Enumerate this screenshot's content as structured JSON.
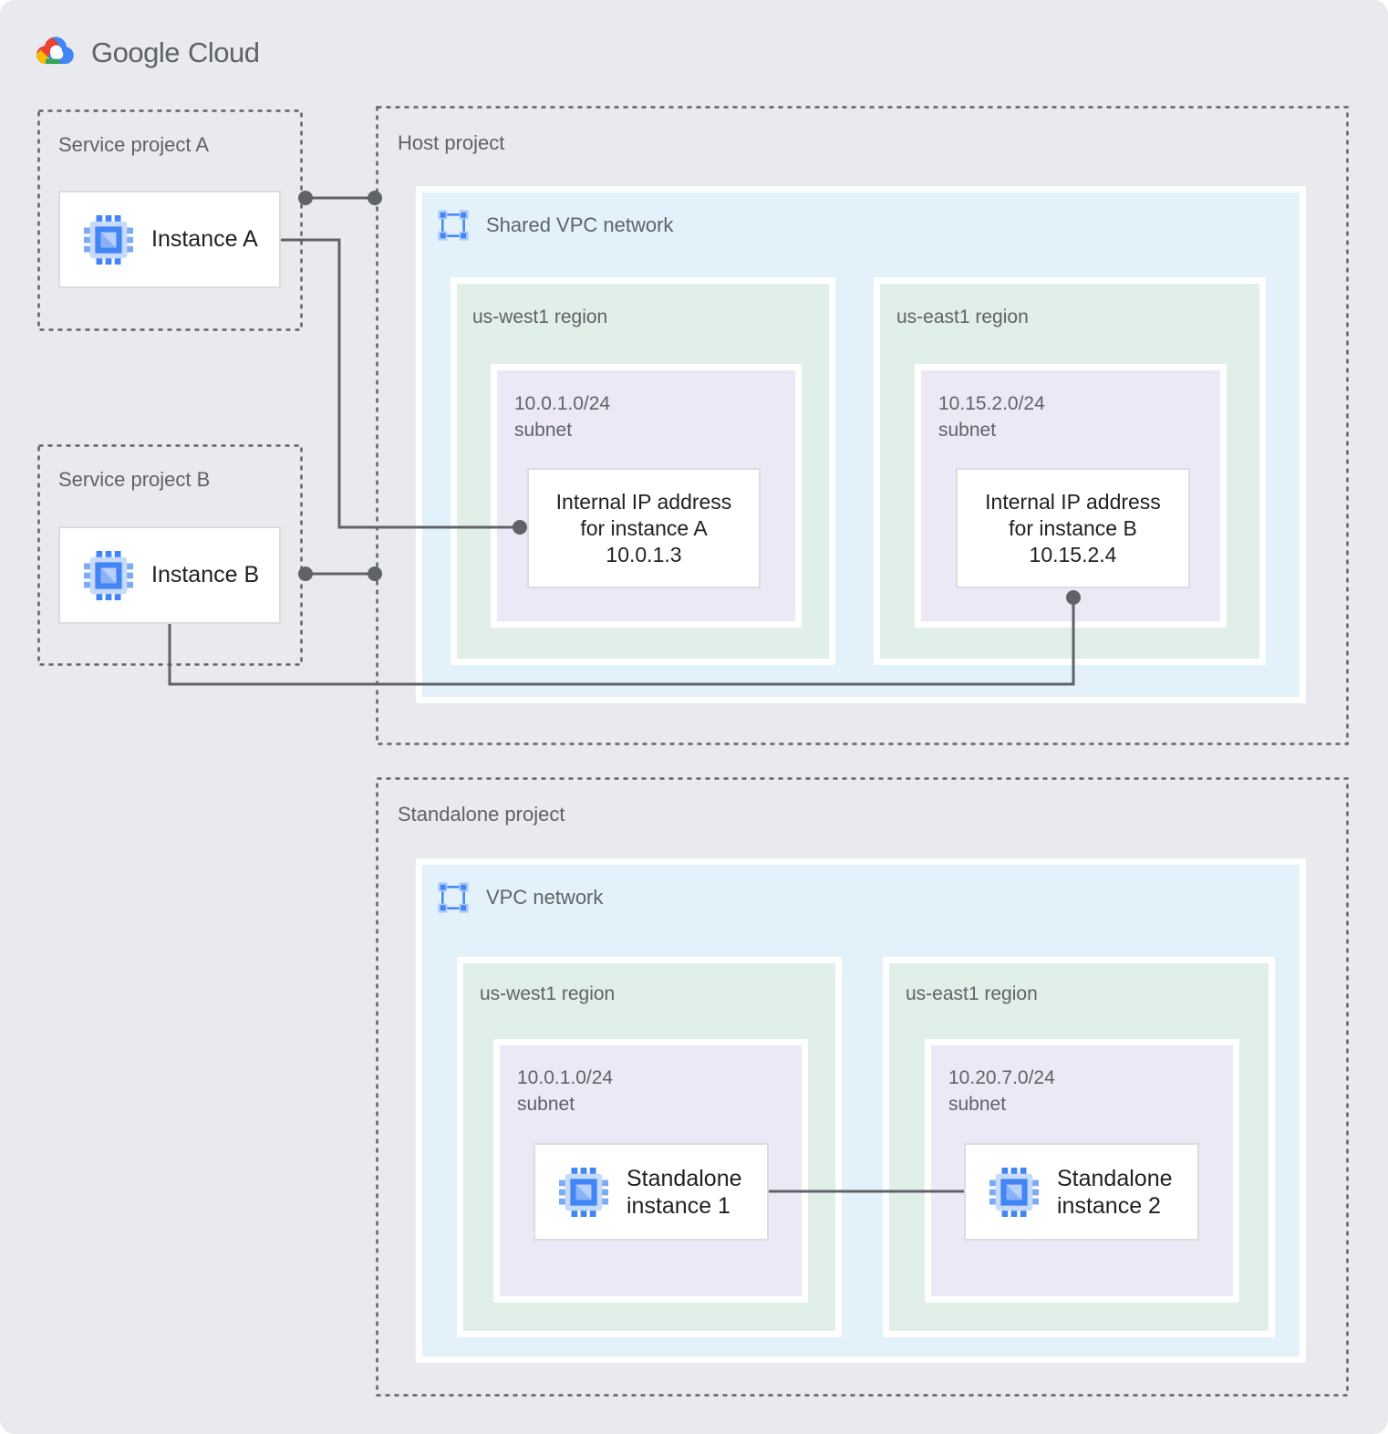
{
  "logo": {
    "brand": "Google",
    "product": "Cloud"
  },
  "colors": {
    "background": "#E8EAED",
    "network_zone": "#E3F1FB",
    "region_zone": "#E0EFE7",
    "subnet_zone": "#EDE8F6",
    "connector": "#5F6368",
    "text_primary": "#202124",
    "text_secondary": "#5F6368",
    "google_blue": "#4285F4",
    "google_red": "#EA4335",
    "google_yellow": "#FBBC04",
    "google_green": "#34A853"
  },
  "icons": {
    "logo": "google-cloud-logo-icon",
    "network": "vpc-network-icon",
    "instance": "compute-instance-icon"
  },
  "service_project_a": {
    "label": "Service project A",
    "instance_label": "Instance A"
  },
  "service_project_b": {
    "label": "Service project B",
    "instance_label": "Instance B"
  },
  "host_project": {
    "label": "Host project",
    "network_label": "Shared VPC network",
    "regions": [
      {
        "label": "us-west1 region",
        "subnet_cidr": "10.0.1.0/24",
        "subnet_word": "subnet",
        "ip_box": {
          "line1": "Internal IP address",
          "line2": "for instance A",
          "line3": "10.0.1.3"
        }
      },
      {
        "label": "us-east1 region",
        "subnet_cidr": "10.15.2.0/24",
        "subnet_word": "subnet",
        "ip_box": {
          "line1": "Internal IP address",
          "line2": "for instance B",
          "line3": "10.15.2.4"
        }
      }
    ]
  },
  "standalone_project": {
    "label": "Standalone project",
    "network_label": "VPC network",
    "regions": [
      {
        "label": "us-west1 region",
        "subnet_cidr": "10.0.1.0/24",
        "subnet_word": "subnet",
        "instance_label": "Standalone instance 1"
      },
      {
        "label": "us-east1 region",
        "subnet_cidr": "10.20.7.0/24",
        "subnet_word": "subnet",
        "instance_label": "Standalone instance 2"
      }
    ]
  }
}
